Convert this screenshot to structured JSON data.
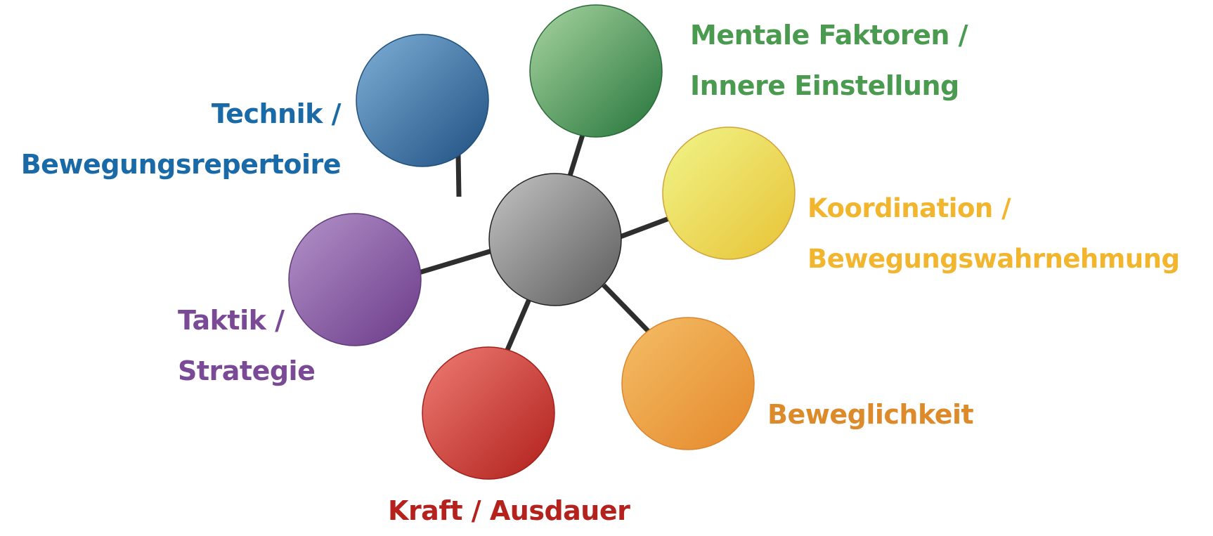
{
  "center": {
    "color_light": "#c4c4c4",
    "color_dark": "#5a5a5a"
  },
  "nodes": [
    {
      "id": "technik",
      "lines": [
        "Technik /",
        "Bewegungsrepertoire"
      ],
      "color": "#1b6aa8",
      "light": "#7fb0d8",
      "dark": "#1e4f80"
    },
    {
      "id": "mental",
      "lines": [
        "Mentale Faktoren /",
        "Innere Einstellung"
      ],
      "color": "#4a9a4f",
      "light": "#a9d5a0",
      "dark": "#23743a"
    },
    {
      "id": "koordination",
      "lines": [
        "Koordination /",
        "Bewegungswahrnehmung"
      ],
      "color": "#f1b52e",
      "light": "#f0f58a",
      "dark": "#e8c234"
    },
    {
      "id": "beweglichkeit",
      "lines": [
        "Beweglichkeit"
      ],
      "color": "#dd8a2a",
      "light": "#f4be66",
      "dark": "#e5882b"
    },
    {
      "id": "kraft",
      "lines": [
        "Kraft / Ausdauer"
      ],
      "color": "#b5221d",
      "light": "#ee7c74",
      "dark": "#b01f1a"
    },
    {
      "id": "taktik",
      "lines": [
        "Taktik /",
        "Strategie"
      ],
      "color": "#7a4a96",
      "light": "#b393c9",
      "dark": "#6b3a89"
    }
  ]
}
